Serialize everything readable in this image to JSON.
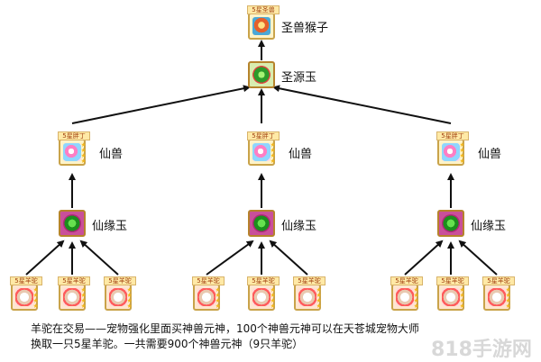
{
  "top": {
    "badge": "5星圣兽",
    "name": "圣兽猴子"
  },
  "source_jade": {
    "name": "圣源玉"
  },
  "branches": [
    {
      "pet_badge": "5星胖丁",
      "pet_name": "仙兽",
      "jade_name": "仙缘玉",
      "materials": [
        {
          "badge": "5星羊驼"
        },
        {
          "badge": "5星羊驼"
        },
        {
          "badge": "5星羊驼"
        }
      ]
    },
    {
      "pet_badge": "5星胖丁",
      "pet_name": "仙兽",
      "jade_name": "仙缘玉",
      "materials": [
        {
          "badge": "5星羊驼"
        },
        {
          "badge": "5星羊驼"
        },
        {
          "badge": "5星羊驼"
        }
      ]
    },
    {
      "pet_badge": "5星胖丁",
      "pet_name": "仙兽",
      "jade_name": "仙缘玉",
      "materials": [
        {
          "badge": "5星羊驼"
        },
        {
          "badge": "5星羊驼"
        },
        {
          "badge": "5星羊驼"
        }
      ]
    }
  ],
  "caption": {
    "line1": "羊驼在交易——宠物强化里面买神兽元神，100个神兽元神可以在天苍城宠物大师",
    "line2": "换取一只5星羊驼。一共需要900个神兽元神（9只羊驼）"
  },
  "watermark": "818手游网",
  "colors": {
    "arrow": "#111111",
    "card_border": "#c9a34a",
    "badge_text": "#a04010"
  }
}
